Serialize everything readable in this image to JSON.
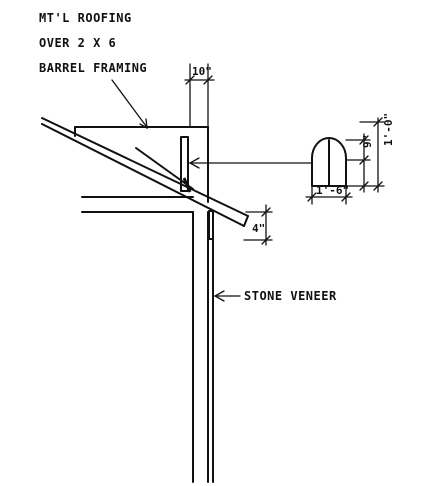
{
  "labels": {
    "roofing_line1": "MT'L ROOFING",
    "roofing_line2": "OVER 2 X 6",
    "roofing_line3": "BARREL FRAMING",
    "stone_veneer": "STONE VENEER"
  },
  "dimensions": {
    "top_width": "10\"",
    "overhang": "4\"",
    "detail_width": "1'-6\"",
    "detail_height": "9\"",
    "detail_total_height": "1'-0\""
  }
}
